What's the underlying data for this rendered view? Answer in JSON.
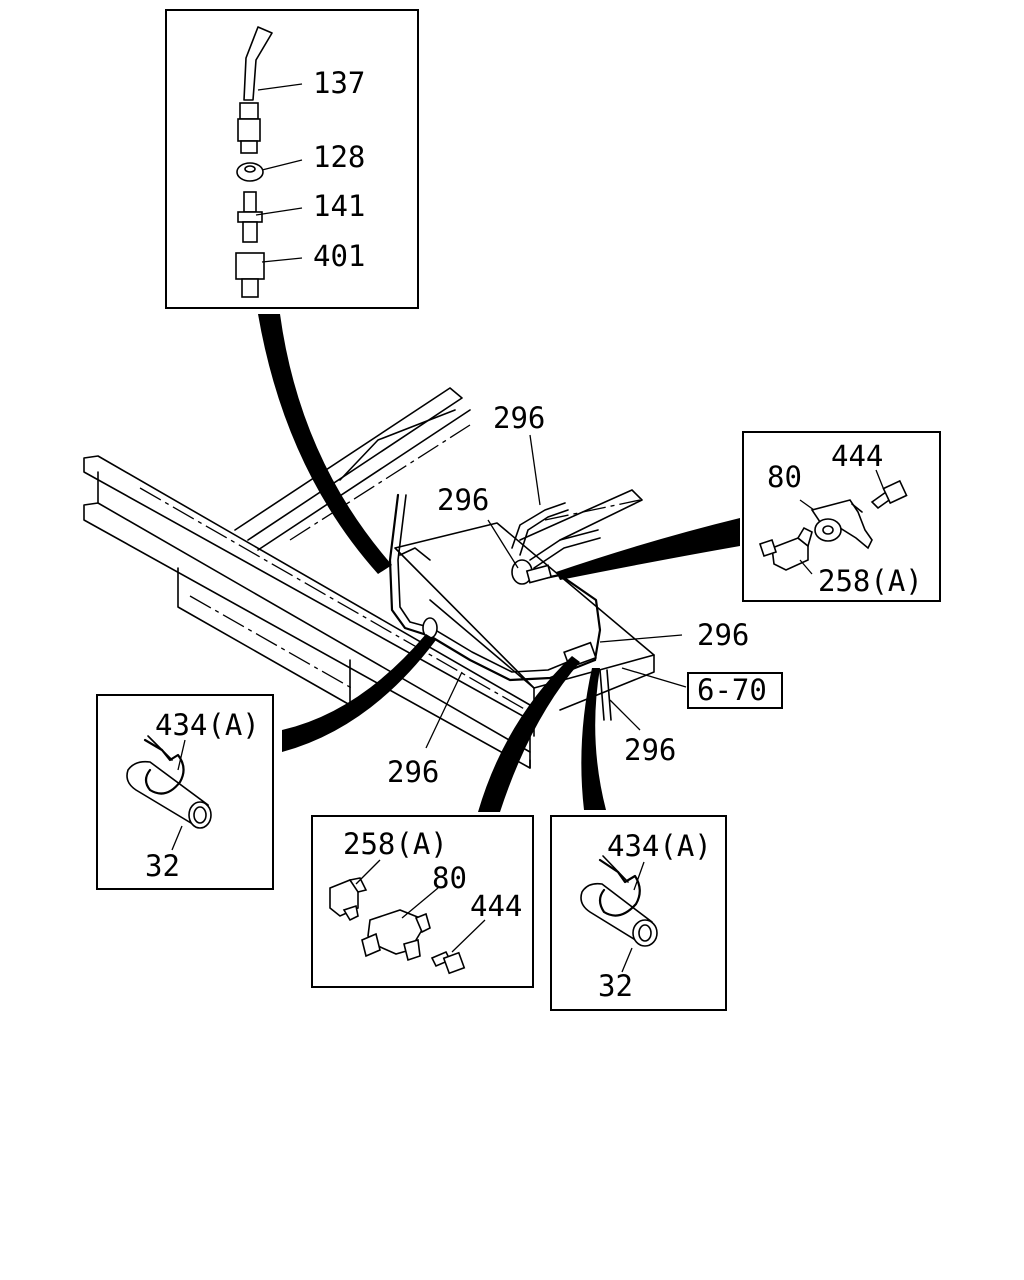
{
  "diagram": {
    "callouts": {
      "top_137": "137",
      "top_128": "128",
      "top_141": "141",
      "top_401": "401",
      "main_296_a": "296",
      "main_296_b": "296",
      "main_296_c": "296",
      "main_296_d": "296",
      "main_296_e": "296",
      "ref_6_70": "6-70",
      "right_80": "80",
      "right_444": "444",
      "right_258a": "258(A)",
      "left_434a": "434(A)",
      "left_32": "32",
      "bottom_258a": "258(A)",
      "bottom_80": "80",
      "bottom_444": "444",
      "br_434a": "434(A)",
      "br_32": "32"
    }
  }
}
